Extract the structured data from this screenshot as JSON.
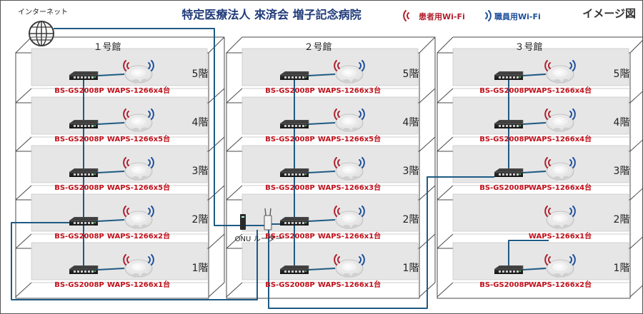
{
  "title": "特定医療法人 來済会 増子記念病院",
  "image_note": "イメージ図",
  "legend": {
    "patient": {
      "label": "患者用Wi-Fi",
      "color": "#b01f2e"
    },
    "staff": {
      "label": "職員用Wi-Fi",
      "color": "#1f4f9c"
    }
  },
  "internet_label": "インターネット",
  "onu_label": "ONU",
  "router_label": "ルーター",
  "colors": {
    "cable": "#1f5b84",
    "device_text": "#c0101a",
    "floor_text": "#222222",
    "building_line": "#4a4a4a",
    "shelf_fill": "#e6e6e6"
  },
  "buildings": [
    {
      "name": "１号館",
      "floors": [
        {
          "label": "5階",
          "switch": "BS-GS2008P",
          "ap": "WAPS-1266x4台"
        },
        {
          "label": "4階",
          "switch": "BS-GS2008P",
          "ap": "WAPS-1266x5台"
        },
        {
          "label": "3階",
          "switch": "BS-GS2008P",
          "ap": "WAPS-1266x5台"
        },
        {
          "label": "2階",
          "switch": "BS-GS2008P",
          "ap": "WAPS-1266x2台"
        },
        {
          "label": "1階",
          "switch": "BS-GS2008P",
          "ap": "WAPS-1266x1台"
        }
      ]
    },
    {
      "name": "２号館",
      "floors": [
        {
          "label": "5階",
          "switch": "BS-GS2008P",
          "ap": "WAPS-1266x3台"
        },
        {
          "label": "4階",
          "switch": "BS-GS2008P",
          "ap": "WAPS-1266x5台"
        },
        {
          "label": "3階",
          "switch": "BS-GS2008P",
          "ap": "WAPS-1266x3台"
        },
        {
          "label": "2階",
          "switch": "BS-GS2008P",
          "ap": "WAPS-1266x1台"
        },
        {
          "label": "1階",
          "switch": "BS-GS2008P",
          "ap": "WAPS-1266x1台"
        }
      ]
    },
    {
      "name": "３号館",
      "floors": [
        {
          "label": "5階",
          "switch": "BS-GS2008P",
          "ap": "WAPS-1266x4台"
        },
        {
          "label": "4階",
          "switch": "BS-GS2008P",
          "ap": "WAPS-1266x4台"
        },
        {
          "label": "3階",
          "switch": "BS-GS2008P",
          "ap": "WAPS-1266x4台"
        },
        {
          "label": "2階",
          "switch": "",
          "ap": "WAPS-1266x1台"
        },
        {
          "label": "1階",
          "switch": "BS-GS2008P",
          "ap": "WAPS-1266x2台"
        }
      ]
    }
  ]
}
